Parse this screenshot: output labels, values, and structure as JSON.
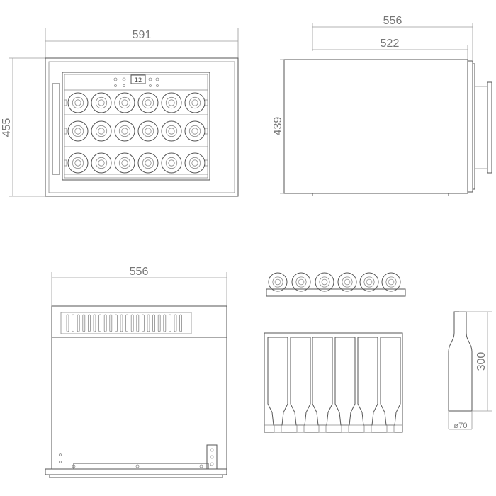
{
  "front_view": {
    "width_dim": "591",
    "height_dim": "455",
    "display": "12"
  },
  "side_view": {
    "depth_outer_dim": "556",
    "depth_inner_dim": "522",
    "height_dim": "439"
  },
  "top_view": {
    "width_dim": "556"
  },
  "bottle": {
    "height_dim": "300",
    "diameter_dim": "ø70"
  }
}
